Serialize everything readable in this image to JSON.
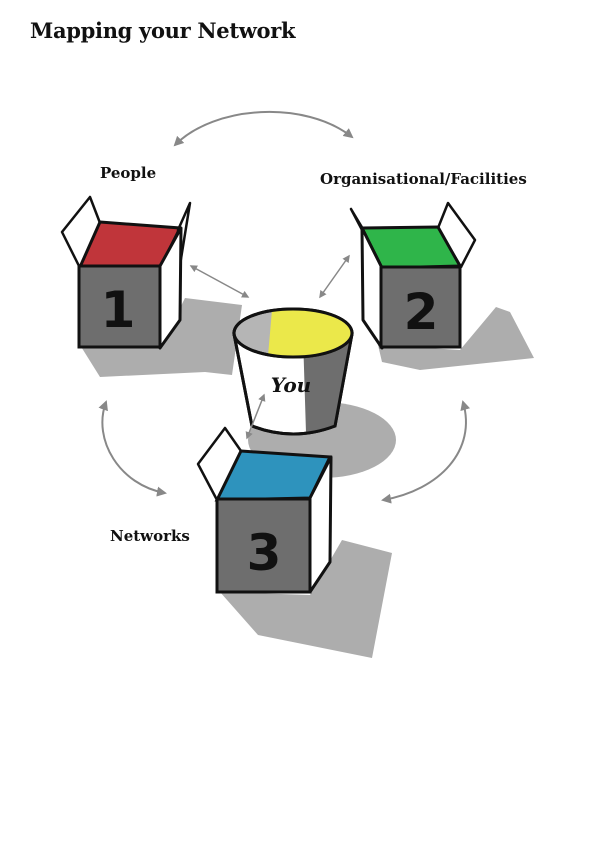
{
  "title": "Mapping your Network",
  "nodes": [
    {
      "number": "1",
      "label": "People",
      "color": "#c0353a"
    },
    {
      "number": "2",
      "label": "Organisational/Facilities",
      "color": "#2fb54a"
    },
    {
      "number": "3",
      "label": "Networks",
      "color": "#2e93bd"
    }
  ],
  "center": {
    "label": "You",
    "color": "#ebe84a"
  },
  "colors": {
    "box_side": "#6e6e6e",
    "shadow": "#adadad",
    "arrow": "#888888"
  }
}
